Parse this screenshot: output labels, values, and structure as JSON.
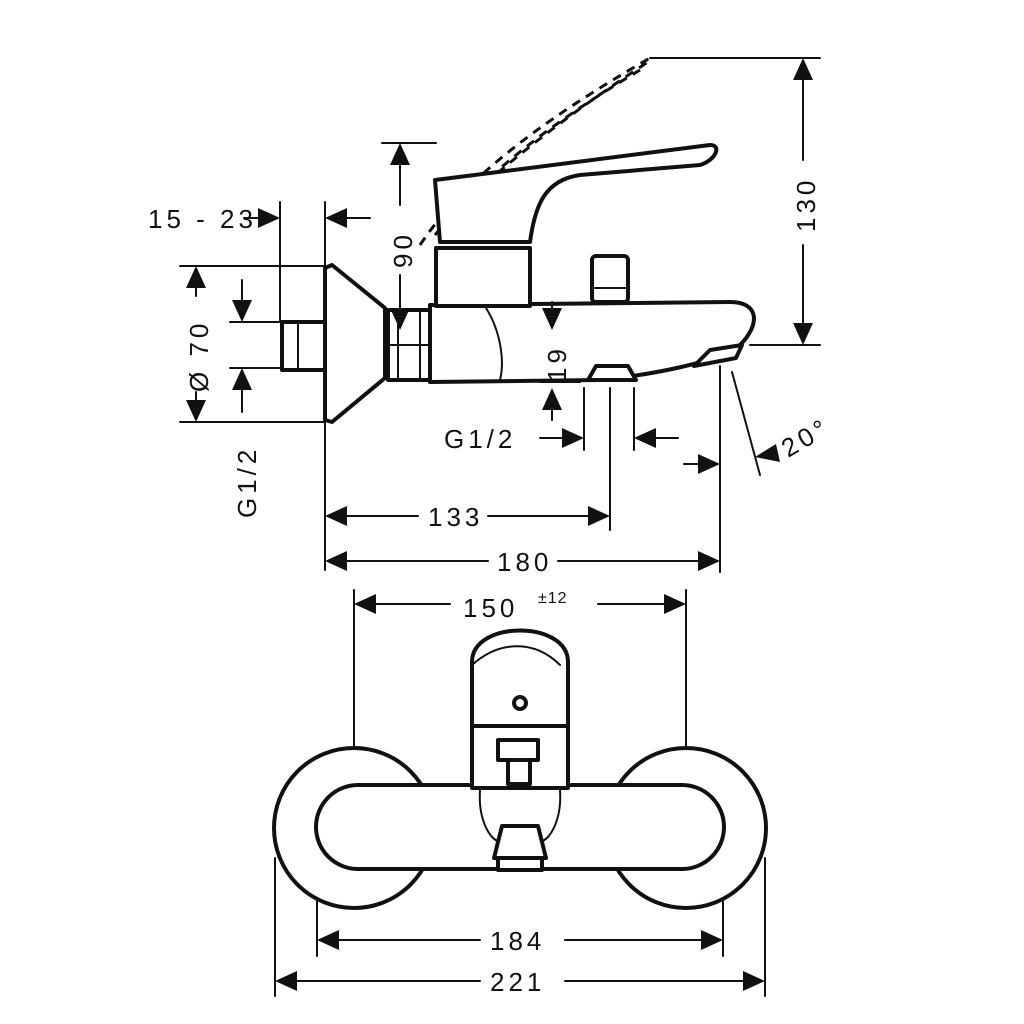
{
  "drawing": {
    "colors": {
      "line": "#111111",
      "background": "#ffffff"
    },
    "dimensions": {
      "side_view": {
        "wall_range": "15 - 23",
        "diameter": "Ø 70",
        "inlet_thread": "G1/2",
        "handle_clearance": "90",
        "height": "130",
        "outlet_height": "19",
        "outlet_thread": "G1/2",
        "outlet_angle": "20°",
        "outlet_distance": "133",
        "depth": "180"
      },
      "front_view": {
        "centers": "150",
        "centers_tolerance": "±12",
        "inner_width": "184",
        "overall_width": "221"
      }
    }
  }
}
